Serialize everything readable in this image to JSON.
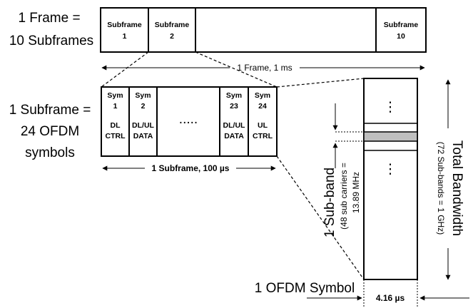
{
  "frame": {
    "label_line1": "1 Frame =",
    "label_line2": "10 Subframes",
    "cells": [
      {
        "line1": "Subframe",
        "line2": "1"
      },
      {
        "line1": "Subframe",
        "line2": "2"
      },
      {
        "line1": "Subframe",
        "line2": "10"
      }
    ],
    "duration_label": "1 Frame, 1 ms"
  },
  "subframe": {
    "label_line1": "1 Subframe =",
    "label_line2": "24 OFDM",
    "label_line3": "symbols",
    "cells": [
      {
        "line1": "Sym",
        "line2": "1",
        "line3": "DL",
        "line4": "CTRL"
      },
      {
        "line1": "Sym",
        "line2": "2",
        "line3": "DL/UL",
        "line4": "DATA"
      },
      {
        "line1": "Sym",
        "line2": "23",
        "line3": "DL/UL",
        "line4": "DATA"
      },
      {
        "line1": "Sym",
        "line2": "24",
        "line3": "UL",
        "line4": "CTRL"
      }
    ],
    "ellipsis": ".....",
    "duration_label": "1 Subframe, 100 µs"
  },
  "symbol": {
    "ellipsis": "⋮",
    "subband_line1": "1 Sub-band",
    "subband_line2": "(48 sub carriers =",
    "subband_line3": "13.89 MHz",
    "bandwidth_line1": "Total Bandwidth",
    "bandwidth_line2": "(72 Sub-bands = 1 GHz)",
    "ofdm_label": "1 OFDM Symbol",
    "duration_label": "4.16 µs",
    "highlight_color": "#bfbfbf"
  }
}
